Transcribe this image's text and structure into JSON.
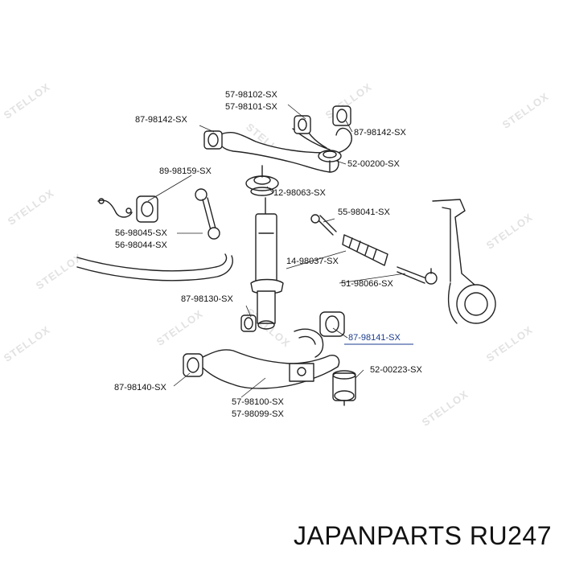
{
  "watermark": "STELLOX",
  "labels": {
    "p1": "57-98102-SX",
    "p2": "57-98101-SX",
    "p3": "87-98142-SX",
    "p4": "87-98142-SX",
    "p5": "52-00200-SX",
    "p6": "89-98159-SX",
    "p7": "12-98063-SX",
    "p8": "55-98041-SX",
    "p9": "56-98045-SX",
    "p10": "56-98044-SX",
    "p11": "14-98037-SX",
    "p12": "51-98066-SX",
    "p13": "87-98130-SX",
    "p14": "87-98141-SX",
    "p15": "52-00223-SX",
    "p16": "87-98140-SX",
    "p17": "57-98100-SX",
    "p18": "57-98099-SX"
  },
  "footer": "JAPANPARTS RU247",
  "colors": {
    "line": "#222222",
    "highlight": "#1a3b8c",
    "watermark": "#e2e2e2"
  }
}
